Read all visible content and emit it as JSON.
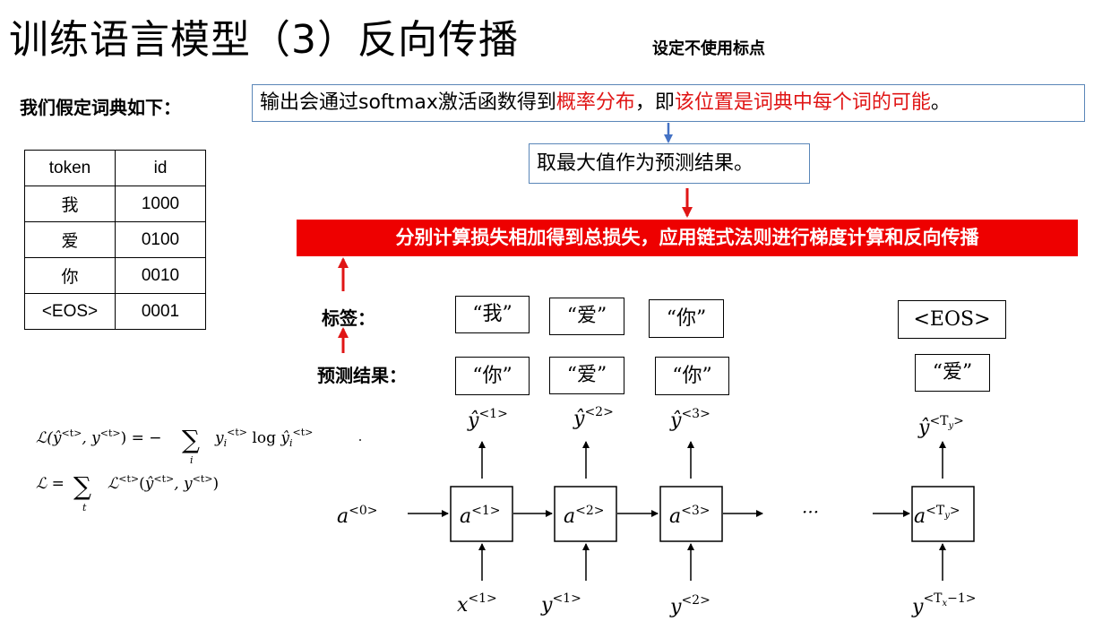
{
  "title": "训练语言模型（3）反向传播",
  "subtitle": "设定不使用标点",
  "dict_label": "我们假定词典如下：",
  "dictionary": {
    "headers": [
      "token",
      "id"
    ],
    "rows": [
      [
        "我",
        "1000"
      ],
      [
        "爱",
        "0100"
      ],
      [
        "你",
        "0010"
      ],
      [
        "<EOS>",
        "0001"
      ]
    ]
  },
  "output_box": {
    "part1": "输出会通过softmax激活函数得到",
    "part2_red": "概率分布",
    "part3": "，即",
    "part4_red": "该位置是词典中每个词的可能",
    "part5": "。"
  },
  "max_box": "取最大值作为预测结果。",
  "banner": "分别计算损失相加得到总损失，应用链式法则进行梯度计算和反向传播",
  "labels_title": "标签：",
  "predictions_title": "预测结果：",
  "labels": [
    "“我”",
    "“爱”",
    "“你”",
    "<EOS>"
  ],
  "predictions": [
    "“你”",
    "“爱”",
    "“你”",
    "“爱”"
  ],
  "colors": {
    "red": "#ee0000",
    "blue_border": "#5a86b8",
    "blue_arrow": "#4472c4"
  },
  "rnn": {
    "initial": "a<0>",
    "cells": [
      "a<1>",
      "a<2>",
      "a<3>",
      "a<Ty>"
    ],
    "outputs": [
      "ŷ<1>",
      "ŷ<2>",
      "ŷ<3>",
      "ŷ<Ty>"
    ],
    "inputs": [
      "x<1>",
      "y<1>",
      "y<2>",
      "y<Tx−1>"
    ],
    "ellipsis": "···"
  },
  "formulas": {
    "loss_t": "ℒ(ŷ<t>, y<t>) = −∑i yi<t> log ŷi<t>",
    "loss_total": "ℒ = ∑t ℒ<t>(ŷ<t>, y<t>)"
  }
}
